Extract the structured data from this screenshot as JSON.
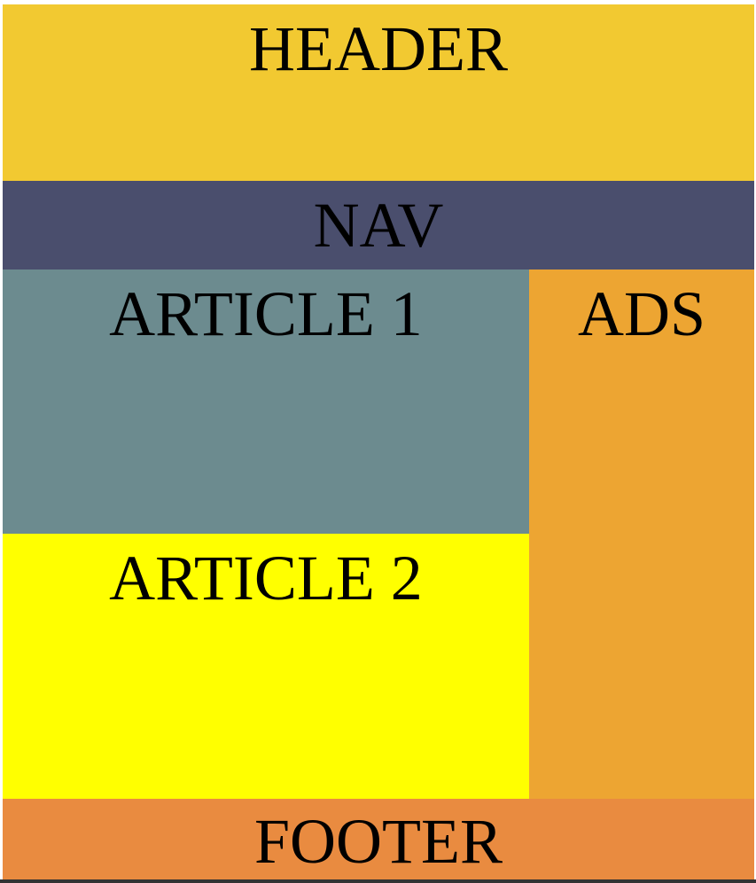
{
  "header": {
    "label": "HEADER",
    "color": "#F2C931"
  },
  "nav": {
    "label": "NAV",
    "color": "#4A4E6D"
  },
  "article_1": {
    "label": "ARTICLE 1",
    "color": "#6C8B8F"
  },
  "article_2": {
    "label": "ARTICLE 2",
    "color": "#FFFF00"
  },
  "ads": {
    "label": "ADS",
    "color": "#EDA532"
  },
  "footer": {
    "label": "FOOTER",
    "color": "#E98B40"
  }
}
